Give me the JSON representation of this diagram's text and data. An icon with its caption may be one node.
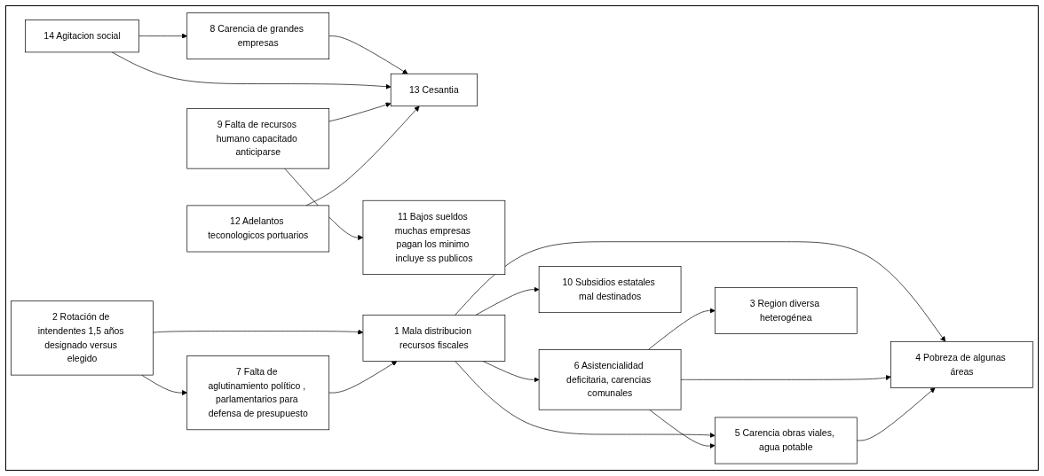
{
  "diagram": {
    "nodes": [
      {
        "text": [
          "8 Carencia de grandes empresas"
        ]
      },
      {
        "text": [
          "7 Falta de aglutinamiento político , parlamentarios para defensa de presupuesto"
        ]
      },
      {
        "text": [
          "6 Asistencialidad deficitaria, carencias comunales"
        ]
      },
      {
        "text": [
          "14 Agitacion social"
        ]
      },
      {
        "text": [
          "13 Cesantia"
        ]
      },
      {
        "text": [
          "5 Carencia obras viales, agua potable"
        ]
      },
      {
        "text": [
          "1 Mala distribucion recursos fiscales"
        ]
      },
      {
        "text": [
          "9 Falta de recursos humano capacitado anticiparse"
        ]
      },
      {
        "text": [
          "11 Bajos sueldos muchas empresas pagan los minimo incluye ss publicos"
        ]
      },
      {
        "text": [
          "4 Pobreza de algunas áreas"
        ]
      },
      {
        "text": [
          "3 Region diversa heterogénea"
        ]
      },
      {
        "text": [
          "12 Adelantos teconologicos portuarios"
        ]
      },
      {
        "text": [
          "2 Rotación de intendentes 1,5 años designado versus elegido"
        ]
      },
      {
        "text": [
          "10 Subsidios estatales mal destinados"
        ]
      }
    ],
    "edges": [
      {
        "from": 6,
        "to": 2,
        "arrow": "to"
      },
      {
        "from": 6,
        "to": 5,
        "arrow": "to"
      },
      {
        "from": 6,
        "to": 9,
        "arrow": "to"
      },
      {
        "from": 6,
        "to": 13,
        "arrow": "to"
      },
      {
        "from": 12,
        "to": 6,
        "arrow": "to"
      },
      {
        "from": 12,
        "to": 1,
        "arrow": "to"
      },
      {
        "from": 2,
        "to": 5,
        "arrow": "to"
      },
      {
        "from": 2,
        "to": 9,
        "arrow": "to"
      },
      {
        "from": 2,
        "to": 10,
        "arrow": "to"
      },
      {
        "from": 5,
        "to": 9,
        "arrow": "to"
      },
      {
        "from": 1,
        "to": 6,
        "arrow": "to"
      },
      {
        "from": 0,
        "to": 4,
        "arrow": "to"
      },
      {
        "from": 3,
        "to": 0,
        "arrow": "to"
      },
      {
        "from": 3,
        "to": 4,
        "arrow": "to"
      },
      {
        "from": 7,
        "to": 4,
        "arrow": "to"
      },
      {
        "from": 7,
        "to": 8,
        "arrow": "to"
      },
      {
        "from": 11,
        "to": 4,
        "arrow": "to"
      }
    ]
  }
}
